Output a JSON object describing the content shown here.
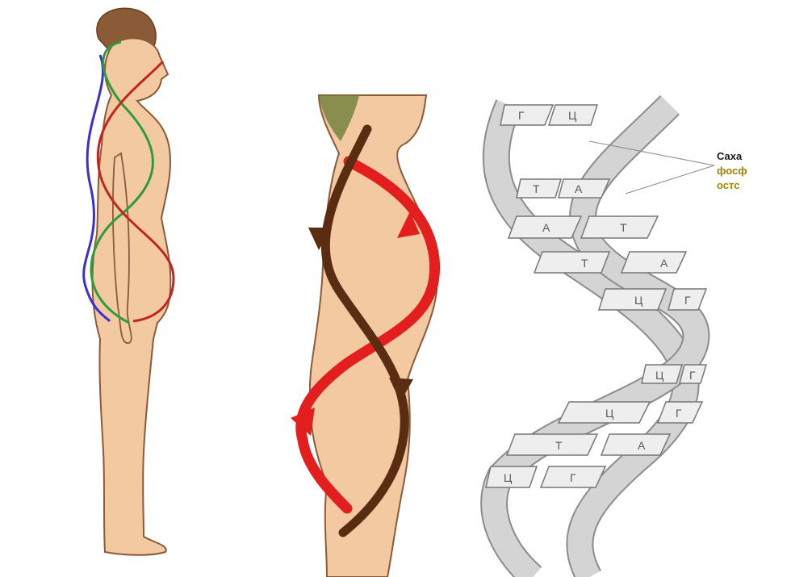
{
  "colors": {
    "skin": "#f2c9a0",
    "skin_outline": "#8a5a3c",
    "hair": "#8b5a36",
    "blue_line": "#3b2fd0",
    "green_line": "#2e9c3a",
    "red_line": "#c0271f",
    "bright_red": "#e31e1e",
    "brown_line": "#5a2d12",
    "helix_fill": "#d4d4d4",
    "helix_edge": "#8c8c8c",
    "caption_black": "#1a1a1a",
    "caption_olive": "#a08400"
  },
  "dna": {
    "caption": {
      "line1": "Саха",
      "line2": "фосф",
      "line3": "остс"
    },
    "base_pairs": [
      [
        "Г",
        "Ц"
      ],
      [
        "Т",
        "А"
      ],
      [
        "А",
        "Т"
      ],
      [
        "Т",
        "А"
      ],
      [
        "Ц",
        "Г"
      ],
      [
        "Ц",
        "Г"
      ],
      [
        "Ц",
        "Г"
      ],
      [
        "Т",
        "А"
      ],
      [
        "Ц",
        "Г"
      ]
    ]
  }
}
